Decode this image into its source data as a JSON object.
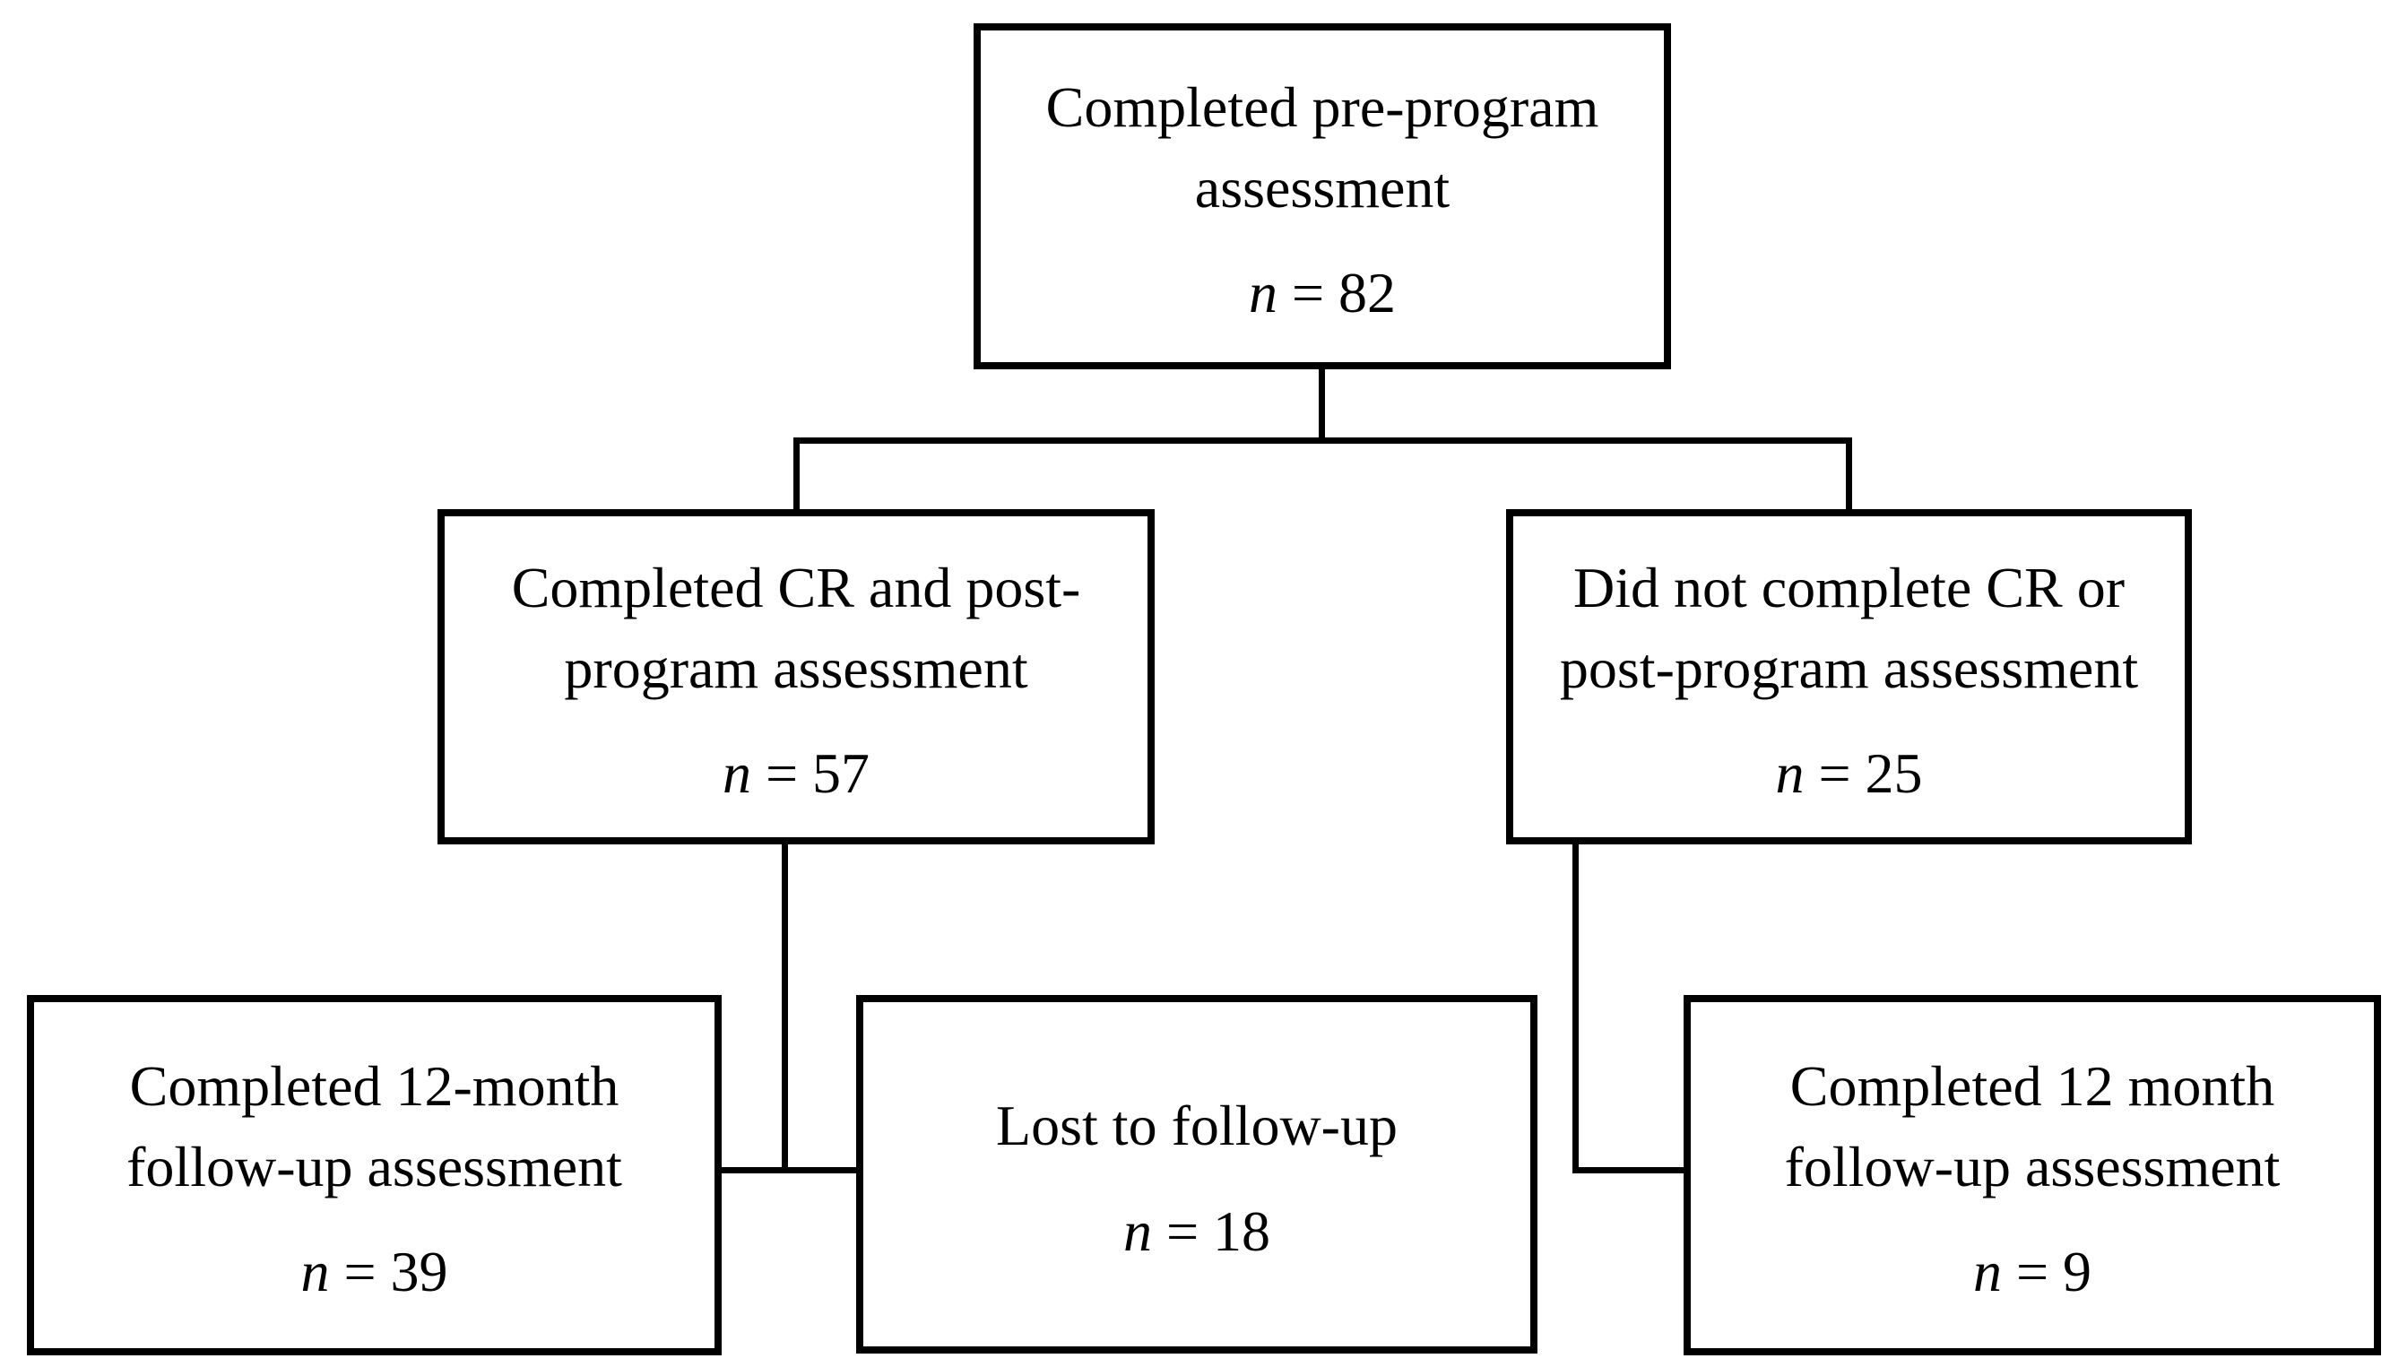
{
  "diagram": {
    "background": "#ffffff",
    "line_color": "#000000",
    "boxes": [
      {
        "id": "pre-program-assessment",
        "lines": [
          "Completed pre-program",
          "assessment"
        ],
        "n_symbol": "n",
        "equals": "=",
        "n_value": "82"
      },
      {
        "id": "completed-cr-post-program",
        "lines": [
          "Completed CR and post-",
          "program assessment"
        ],
        "n_symbol": "n",
        "equals": "=",
        "n_value": "57"
      },
      {
        "id": "did-not-complete-cr",
        "lines": [
          "Did not complete CR or",
          "post-program assessment"
        ],
        "n_symbol": "n",
        "equals": "=",
        "n_value": "25"
      },
      {
        "id": "completed-12-month-follow-up",
        "lines": [
          "Completed 12-month",
          "follow-up assessment"
        ],
        "n_symbol": "n",
        "equals": "=",
        "n_value": "39"
      },
      {
        "id": "lost-to-follow-up",
        "lines": [
          "Lost to follow-up"
        ],
        "n_symbol": "n",
        "equals": "=",
        "n_value": "18"
      },
      {
        "id": "completed-12-month-follow-up-non-cr",
        "lines": [
          "Completed 12 month",
          "follow-up assessment"
        ],
        "n_symbol": "n",
        "equals": "=",
        "n_value": "9"
      }
    ]
  }
}
